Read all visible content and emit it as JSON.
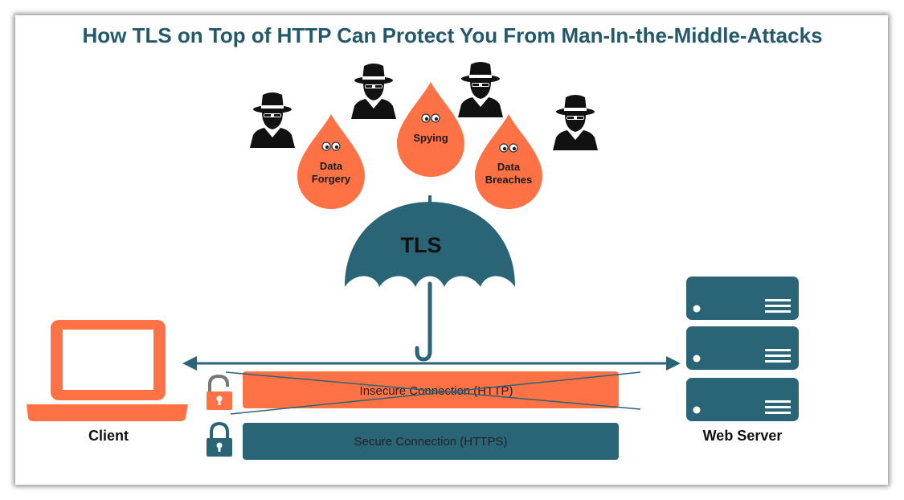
{
  "title": "How TLS on Top of HTTP Can Protect You From Man-In-the-Middle-Attacks",
  "threats": [
    {
      "line1": "Data",
      "line2": "Forgery"
    },
    {
      "line1": "Spying",
      "line2": ""
    },
    {
      "line1": "Data",
      "line2": "Breaches"
    }
  ],
  "umbrella_label": "TLS",
  "insecure_label": "Insecure Connection (HTTP)",
  "secure_label": "Secure Connection (HTTPS)",
  "client_label": "Client",
  "server_label": "Web Server",
  "icons": {
    "attacker": "spy-icon",
    "threat": "drop-icon",
    "umbrella": "umbrella-icon",
    "client": "laptop-icon",
    "server": "server-icon",
    "insecure_lock": "open-lock-icon",
    "secure_lock": "closed-lock-icon"
  },
  "colors": {
    "accent_orange": "#ff7245",
    "accent_teal": "#2a6477",
    "title": "#23596a"
  }
}
